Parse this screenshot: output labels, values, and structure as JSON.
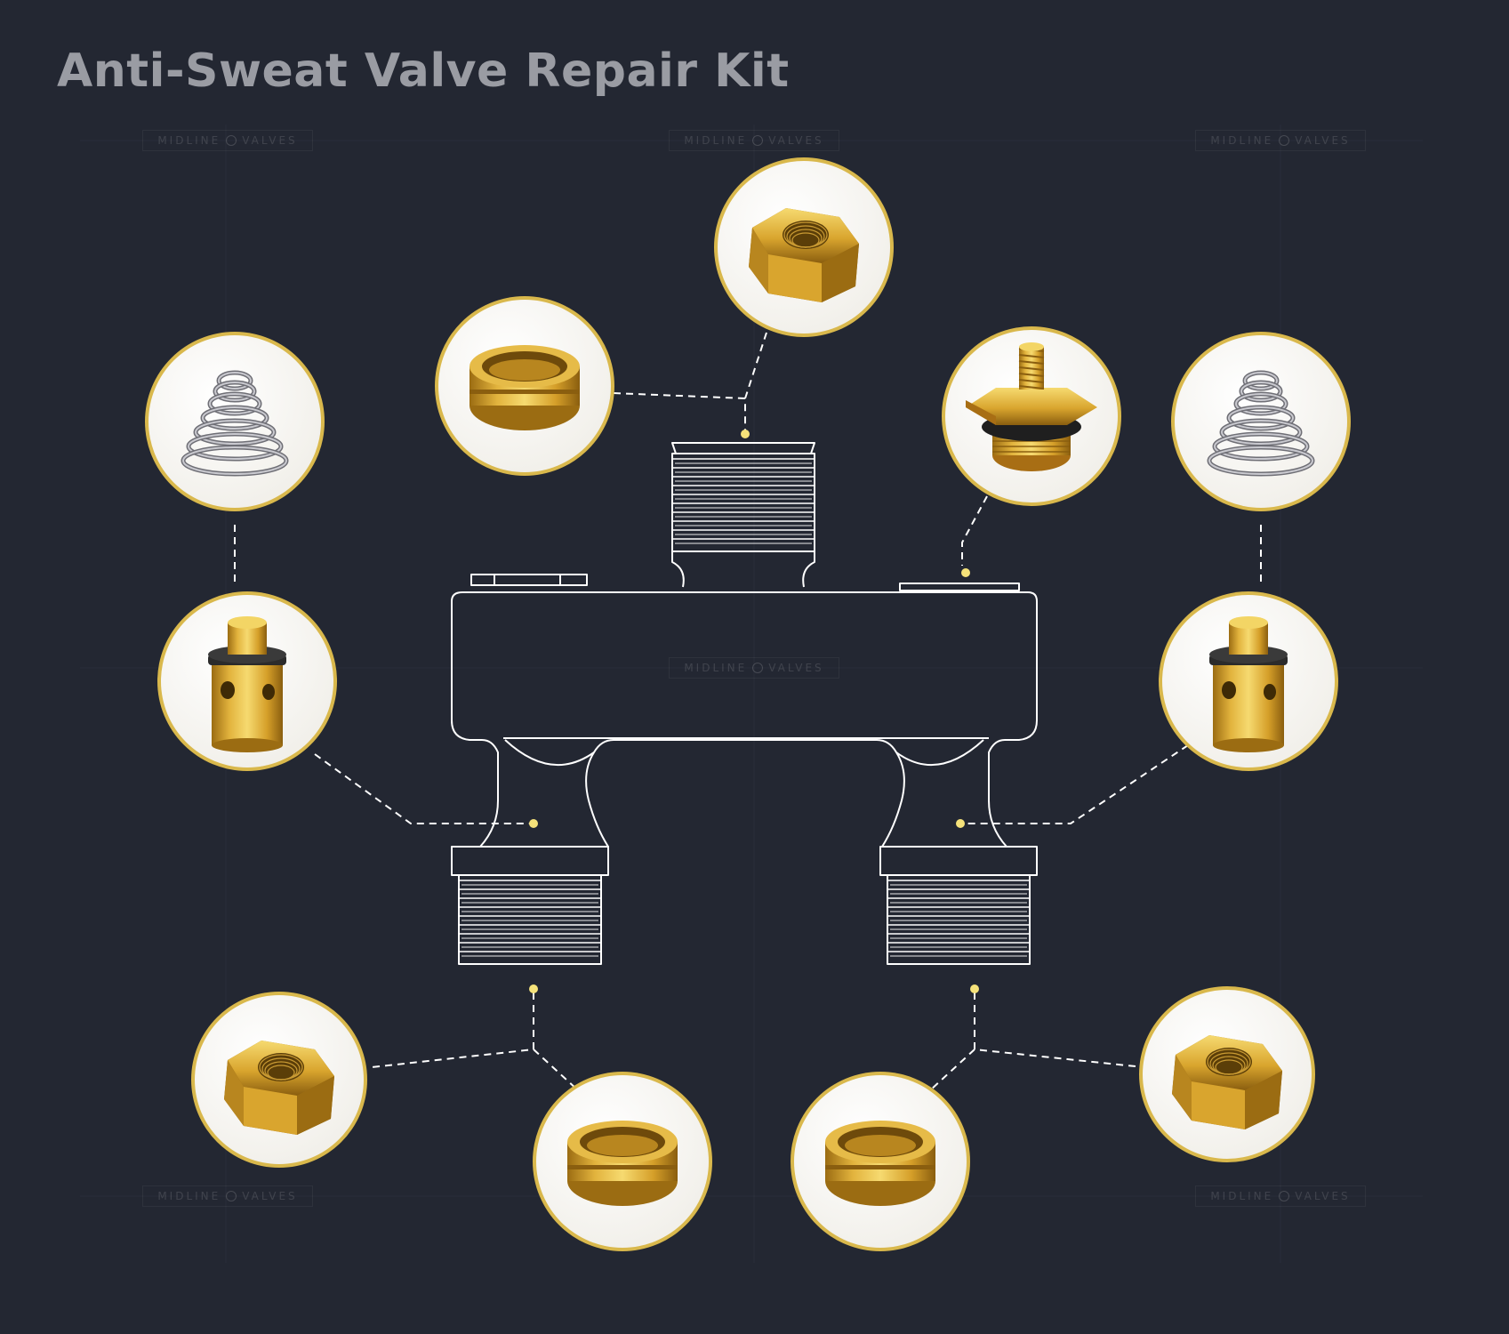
{
  "title": "Anti-Sweat Valve Repair Kit",
  "watermark": {
    "left": "MIDLINE",
    "right": "VALVES"
  },
  "colors": {
    "background": "#232732",
    "line": "#ffffff",
    "callout_dot": "#f5e27a",
    "circle_border": "#d9b84c",
    "brass_light": "#f3d565",
    "brass": "#d9a52e",
    "brass_dark": "#9b6c12",
    "spring": "#8f8f96"
  },
  "components": [
    {
      "kind": "hex-nut",
      "icon": "compression-nut-icon"
    },
    {
      "kind": "ferrule",
      "icon": "brass-ferrule-icon"
    },
    {
      "kind": "spring",
      "icon": "spring-icon"
    },
    {
      "kind": "plunger",
      "icon": "valve-plunger-icon"
    },
    {
      "kind": "bleeder",
      "icon": "bleeder-screw-icon"
    },
    {
      "kind": "spring",
      "icon": "spring-icon"
    },
    {
      "kind": "plunger",
      "icon": "valve-plunger-icon"
    },
    {
      "kind": "hex-nut",
      "icon": "compression-nut-icon"
    },
    {
      "kind": "ferrule",
      "icon": "brass-ferrule-icon"
    },
    {
      "kind": "ferrule",
      "icon": "brass-ferrule-icon"
    },
    {
      "kind": "hex-nut",
      "icon": "compression-nut-icon"
    }
  ]
}
